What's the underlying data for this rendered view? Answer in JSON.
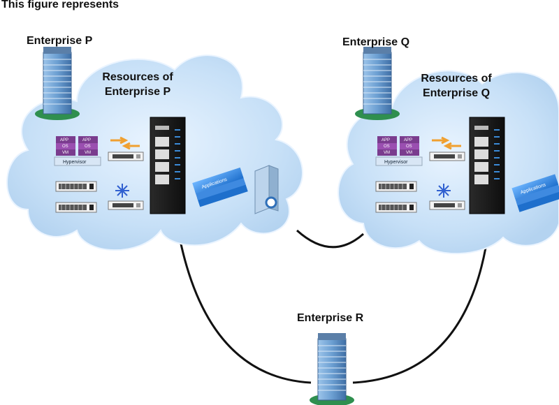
{
  "heading": "This figure represents",
  "enterprises": {
    "p": {
      "name": "Enterprise P",
      "resources_line1": "Resources of",
      "resources_line2": "Enterprise P"
    },
    "q": {
      "name": "Enterprise Q",
      "resources_line1": "Resources of",
      "resources_line2": "Enterprise Q"
    },
    "r": {
      "name": "Enterprise R"
    }
  },
  "stack": {
    "app": "APP",
    "os": "OS",
    "vm": "VM",
    "hypervisor": "Hypervisor"
  },
  "applications_label": "Applications",
  "colors": {
    "cloud_fill": "#c6e0f8",
    "cloud_edge": "#e6f2fd",
    "link": "#111111",
    "building": "#6c9fd2",
    "vm_purple": "#7a3c8e",
    "switch_orange": "#f0a030"
  }
}
